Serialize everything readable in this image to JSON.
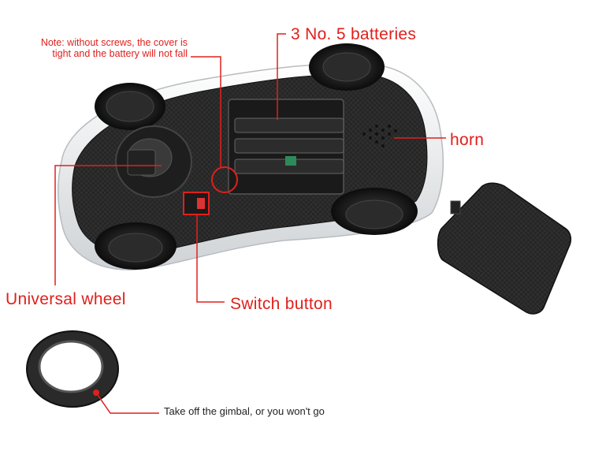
{
  "callouts": {
    "cover_note_line1": "Note: without screws, the cover is",
    "cover_note_line2": "tight and the battery will not fall",
    "batteries": "3 No. 5 batteries",
    "horn": "horn",
    "universal_wheel": "Universal wheel",
    "switch_button": "Switch button",
    "gimbal_note": "Take off the gimbal, or you won't go"
  },
  "colors": {
    "callout_red": "#e0201c",
    "note_dark": "#222222",
    "car_body": "#2a2a2a",
    "car_shell_white": "#f2f2f2"
  }
}
